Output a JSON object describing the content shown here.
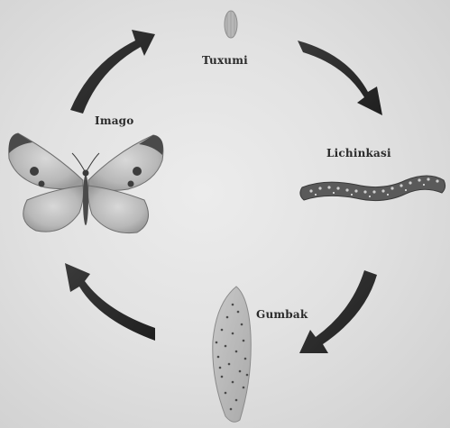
{
  "title": "",
  "stages": {
    "egg": "Tuxumi",
    "larva": "Lichinkasi",
    "pupa": "Gumbak",
    "imago": "Imago"
  },
  "colors": {
    "background": "#e2e2e2",
    "arrow": "#2b2b2b",
    "text": "#2a2a2a"
  },
  "icons": [
    "egg-icon",
    "caterpillar-icon",
    "chrysalis-icon",
    "butterfly-icon",
    "cycle-arrow-icon"
  ]
}
